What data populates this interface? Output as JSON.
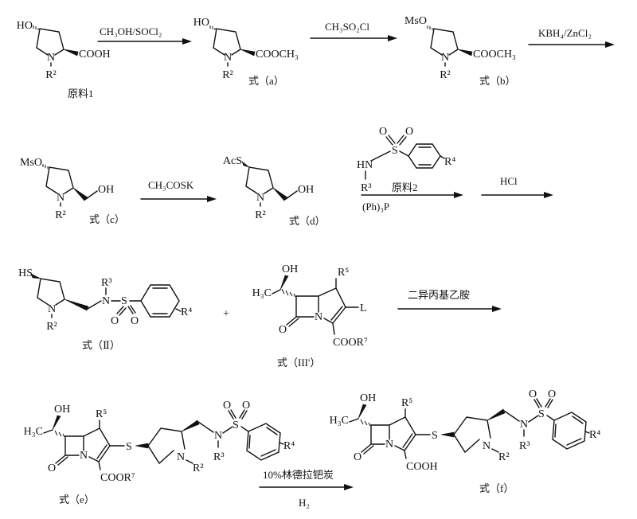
{
  "reactions": [
    {
      "above": "CH₃OH/SOCl₂"
    },
    {
      "above": "CH₃SO₂Cl"
    },
    {
      "above": "KBH₄/ZnCl₂"
    },
    {
      "above": "CH₃COSK"
    },
    {
      "above_label": "原料2",
      "below": "(Ph)₃P"
    },
    {
      "above": "HCl"
    },
    {
      "above": "二异丙基乙胺"
    },
    {
      "above": "10%林德拉钯炭",
      "below": "H₂"
    }
  ],
  "compounds": {
    "sm1": {
      "label": "原料1",
      "o_sub": "HO",
      "acid": "COOH",
      "r2": "R²",
      "n": "N"
    },
    "a": {
      "label": "式（a）",
      "o_sub": "HO",
      "ester": "COOCH₃",
      "r2": "R²",
      "n": "N"
    },
    "b": {
      "label": "式（b）",
      "o_sub": "MsO",
      "ester": "COOCH₃",
      "r2": "R²",
      "n": "N"
    },
    "c": {
      "label": "式（c）",
      "o_sub": "MsO",
      "oh": "OH",
      "r2": "R²",
      "n": "N"
    },
    "d": {
      "label": "式（d）",
      "s_sub": "AcS",
      "oh": "OH",
      "r2": "R²",
      "n": "N"
    },
    "sm2": {
      "hn": "HN",
      "r3": "R³",
      "s": "S",
      "o": "O",
      "r4": "R⁴"
    },
    "II": {
      "label": "式（Ⅱ）",
      "hs": "HS",
      "n": "N",
      "r2": "R²",
      "r3": "R³",
      "s": "S",
      "o": "O",
      "r4": "R⁴"
    },
    "plus": "+",
    "III": {
      "label": "式（III'）",
      "oh": "OH",
      "h3c": "H₃C",
      "r5": "R⁵",
      "l": "L",
      "o": "O",
      "n": "N",
      "ester": "COOR⁷"
    },
    "e": {
      "label": "式（e）",
      "oh": "OH",
      "h3c": "H₃C",
      "r5": "R⁵",
      "o": "O",
      "n": "N",
      "ester": "COOR⁷",
      "s": "S",
      "r2": "R²",
      "r3": "R³",
      "r4": "R⁴"
    },
    "f": {
      "label": "式（f）",
      "oh": "OH",
      "h3c": "H₃C",
      "r5": "R⁵",
      "o": "O",
      "n": "N",
      "acid": "COOH",
      "s": "S",
      "r2": "R²",
      "r3": "R³",
      "r4": "R⁴"
    }
  }
}
